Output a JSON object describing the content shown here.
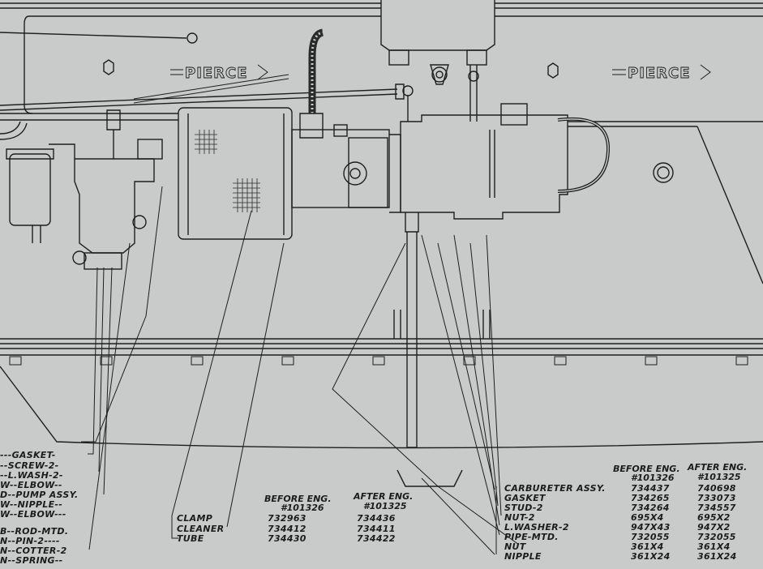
{
  "brand_labels": [
    "PIERCE",
    "PIERCE"
  ],
  "left_parts": {
    "rows": [
      "---GASKET-",
      "--SCREW-2-",
      "--L.WASH-2-",
      "W--ELBOW--",
      "D--PUMP ASSY.",
      "W--NIPPLE--",
      "W--ELBOW---",
      "B--ROD-MTD.",
      "N--PIN-2----",
      "N--COTTER-2",
      "N--SPRING--"
    ]
  },
  "middle_table": {
    "before_header": "BEFORE ENG.",
    "before_number": "#101326",
    "after_header": "AFTER ENG.",
    "after_number": "#101325",
    "rows": [
      {
        "part": "CLAMP",
        "before": "732963",
        "after": "734436"
      },
      {
        "part": "CLEANER",
        "before": "734412",
        "after": "734411"
      },
      {
        "part": "TUBE",
        "before": "734430",
        "after": "734422"
      }
    ]
  },
  "right_table": {
    "before_header": "BEFORE ENG.",
    "before_number": "#101326",
    "after_header": "AFTER ENG.",
    "after_number": "#101325",
    "rows": [
      {
        "part": "CARBURETER ASSY.",
        "before": "734437",
        "after": "740698"
      },
      {
        "part": "GASKET",
        "before": "734265",
        "after": "733073"
      },
      {
        "part": "STUD-2",
        "before": "734264",
        "after": "734557"
      },
      {
        "part": "NUT-2",
        "before": "695X4",
        "after": "695X2"
      },
      {
        "part": "L.WASHER-2",
        "before": "947X43",
        "after": "947X2"
      },
      {
        "part": "PIPE-MTD.",
        "before": "732055",
        "after": "732055"
      },
      {
        "part": "NUT",
        "before": "361X4",
        "after": "361X4"
      },
      {
        "part": "NIPPLE",
        "before": "361X24",
        "after": "361X24"
      }
    ]
  },
  "colors": {
    "paper": "#c9cbca",
    "ink": "#1e1e1e"
  }
}
